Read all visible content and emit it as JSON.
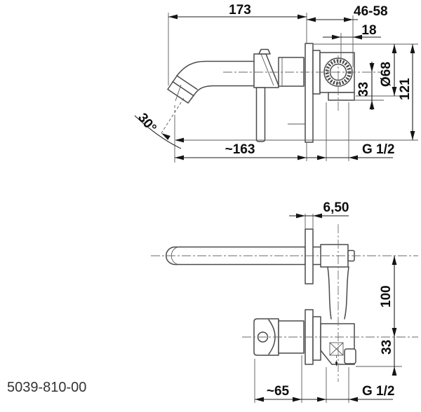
{
  "drawing": {
    "type": "technical-drawing",
    "subject": "wall-mounted basin mixer tap, two orthographic views",
    "part_number": "5039-810-00",
    "colors": {
      "background": "#ffffff",
      "geometry_line": "#4a4a4a",
      "dimension_line": "#1c1c1c",
      "text": "#0d0d0d"
    }
  },
  "side_view": {
    "title": "side elevation",
    "dims": {
      "spout_length": "173",
      "wall_range": "46-58",
      "inner_offset": "18",
      "escutcheon_diameter": "Ø68",
      "outlet_drop": "33",
      "overall_height": "121",
      "spout_angle": "30°",
      "reach": "~163",
      "thread": "G 1/2"
    }
  },
  "top_view": {
    "title": "plan view",
    "dims": {
      "plate_thickness": "6,50",
      "centre_distance": "100",
      "outlet_drop": "33",
      "handle_reach": "~65",
      "thread": "G 1/2"
    }
  }
}
